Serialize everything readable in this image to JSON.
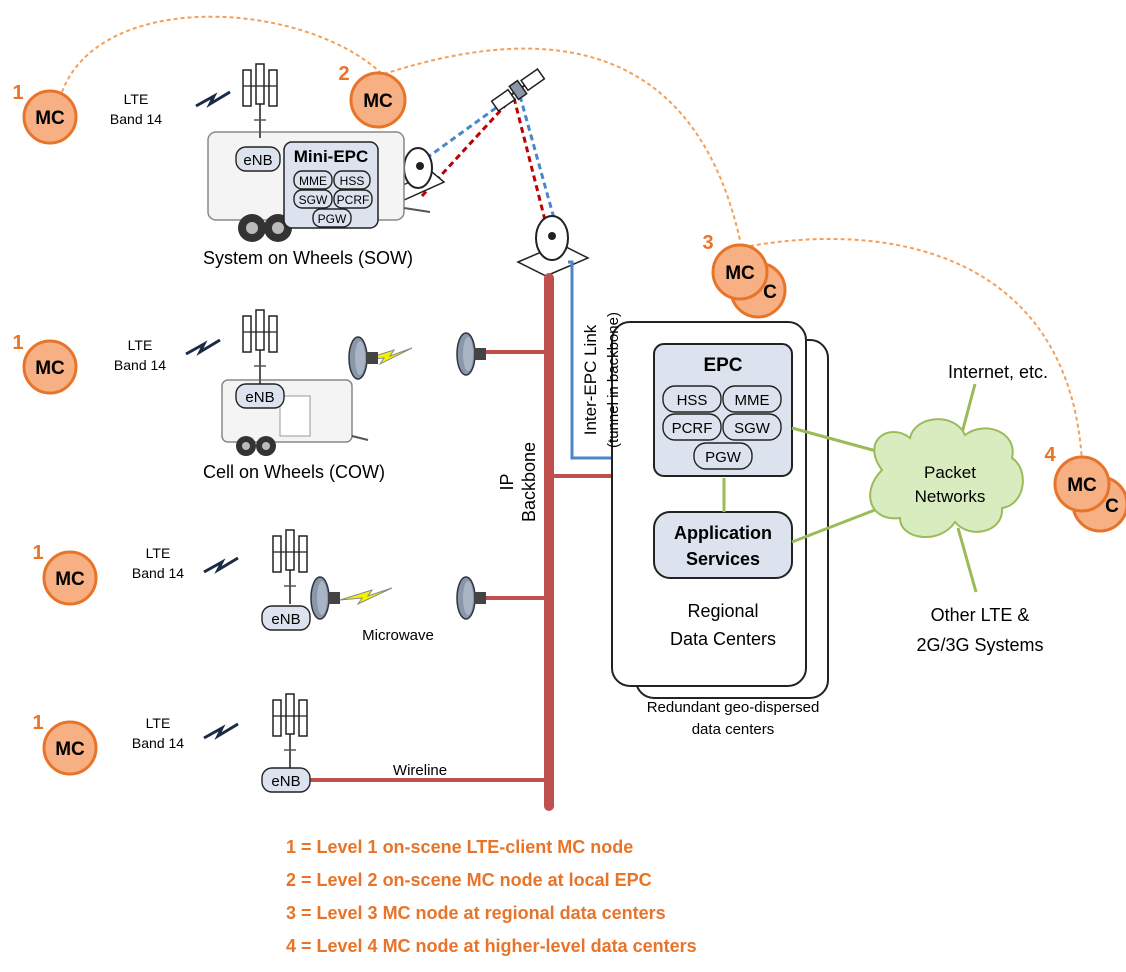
{
  "mc_label": "MC",
  "lte_labels": {
    "line1": "LTE",
    "line2": "Band 14"
  },
  "levels": {
    "one": "1",
    "two": "2",
    "three": "3",
    "four": "4"
  },
  "sow": {
    "enb": "eNB",
    "title": "Mini-EPC",
    "components": [
      "MME",
      "HSS",
      "SGW",
      "PCRF",
      "PGW"
    ],
    "caption": "System on Wheels (SOW)"
  },
  "cow": {
    "enb": "eNB",
    "caption": "Cell on Wheels (COW)"
  },
  "site3": {
    "enb": "eNB",
    "link_label": "Microwave"
  },
  "site4": {
    "enb": "eNB",
    "link_label": "Wireline"
  },
  "backbone": {
    "line1": "IP",
    "line2": "Backbone"
  },
  "inter_epc": {
    "line1": "Inter-EPC Link",
    "line2": "(tunnel in backbone)"
  },
  "epc": {
    "title": "EPC",
    "components": [
      "HSS",
      "MME",
      "PCRF",
      "SGW",
      "PGW"
    ]
  },
  "app_services": {
    "line1": "Application",
    "line2": "Services"
  },
  "regional": {
    "line1": "Regional",
    "line2": "Data Centers"
  },
  "redundant": {
    "line1": "Redundant geo-dispersed",
    "line2": "data centers"
  },
  "packet_networks": {
    "line1": "Packet",
    "line2": "Networks"
  },
  "internet": "Internet, etc.",
  "other_lte": {
    "line1": "Other LTE &",
    "line2": "2G/3G Systems"
  },
  "legend": [
    "1 = Level 1 on-scene LTE-client MC node",
    "2 = Level 2 on-scene MC node at local EPC",
    "3 = Level 3 MC node at regional data centers",
    "4 = Level 4 MC node at higher-level data centers"
  ],
  "colors": {
    "mc_fill": "#f6b083",
    "mc_stroke": "#e8742a",
    "backbone": "#c0504d",
    "blue_link": "#4a86c8",
    "green_link": "#9bbb59",
    "cloud_fill": "#d8ecc0"
  }
}
